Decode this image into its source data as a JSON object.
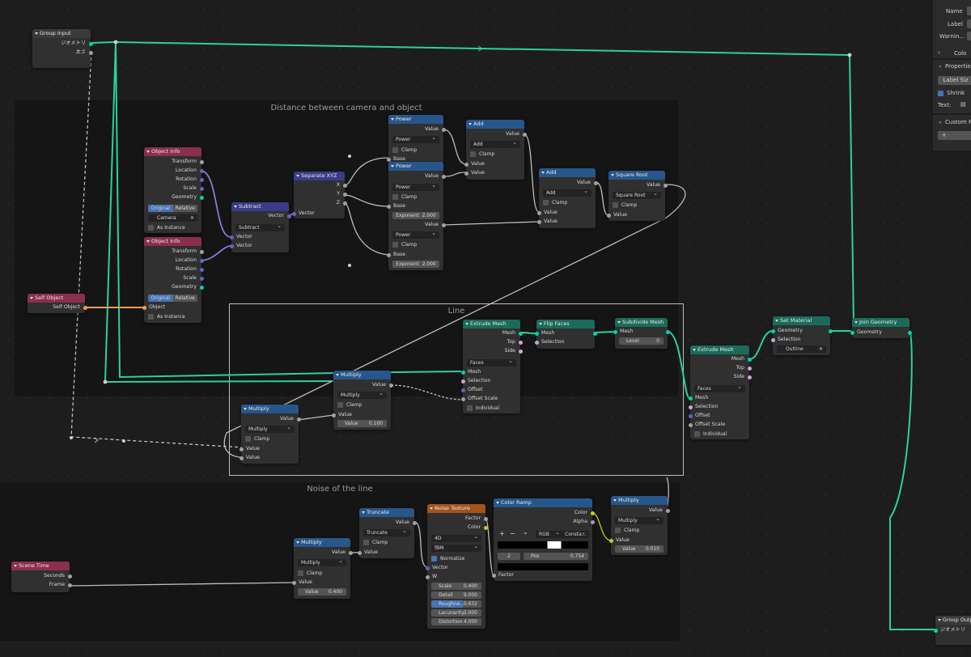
{
  "frames": {
    "distance": "Distance between camera and object",
    "line": "Line",
    "noise": "Noise of the line"
  },
  "group_input": {
    "title": "Group Input",
    "out1": "ジオメトリ",
    "out2": "太さ"
  },
  "self_object": {
    "title": "Self Object",
    "out": "Self Object"
  },
  "obj_info_1": {
    "title": "Object Info",
    "outputs": [
      "Transform",
      "Location",
      "Rotation",
      "Scale",
      "Geometry"
    ],
    "seg": [
      "Original",
      "Relative"
    ],
    "object": "Camera",
    "as_instance": "As Instance"
  },
  "obj_info_2": {
    "title": "Object Info",
    "outputs": [
      "Transform",
      "Location",
      "Rotation",
      "Scale",
      "Geometry"
    ],
    "seg": [
      "Original",
      "Relative"
    ],
    "input": "Object",
    "as_instance": "As Instance"
  },
  "subtract": {
    "title": "Subtract",
    "out": "Vector",
    "op": "Subtract",
    "in1": "Vector",
    "in2": "Vector"
  },
  "separate": {
    "title": "Separate XYZ",
    "x": "X",
    "y": "Y",
    "z": "Z",
    "in": "Vector"
  },
  "power1": {
    "title": "Power",
    "out": "Value",
    "op": "Power",
    "clamp": "Clamp",
    "base": "Base"
  },
  "power2": {
    "title": "Power",
    "out": "Value",
    "op": "Power",
    "clamp": "Clamp",
    "base": "Base",
    "exp_label": "Exponent",
    "exp_value": "2.000"
  },
  "power3": {
    "out": "Value",
    "op": "Power",
    "clamp": "Clamp",
    "base": "Base",
    "exp_label": "Exponent",
    "exp_value": "2.000"
  },
  "add1": {
    "title": "Add",
    "out": "Value",
    "op": "Add",
    "clamp": "Clamp",
    "in1": "Value",
    "in2": "Value"
  },
  "add2": {
    "title": "Add",
    "out": "Value",
    "op": "Add",
    "clamp": "Clamp",
    "in1": "Value",
    "in2": "Value"
  },
  "sqrt": {
    "title": "Square Root",
    "out": "Value",
    "op": "Square Root",
    "clamp": "Clamp",
    "in": "Value"
  },
  "extrude1": {
    "title": "Extrude Mesh",
    "outs": [
      "Mesh",
      "Top",
      "Side"
    ],
    "mode": "Faces",
    "ins": [
      "Mesh",
      "Selection",
      "Offset",
      "Offset Scale"
    ],
    "individual": "Individual"
  },
  "flip": {
    "title": "Flip Faces",
    "in1": "Mesh",
    "in2": "Selection",
    "out": "Mesh"
  },
  "subdiv": {
    "title": "Subdivide Mesh",
    "out": "Mesh",
    "level_label": "Level",
    "level_value": "0"
  },
  "extrude2": {
    "title": "Extrude Mesh",
    "outs": [
      "Mesh",
      "Top",
      "Side"
    ],
    "mode": "Faces",
    "ins": [
      "Mesh",
      "Selection",
      "Offset",
      "Offset Scale"
    ],
    "individual": "Individual"
  },
  "set_material": {
    "title": "Set Material",
    "out": "Geometry",
    "in1": "Geometry",
    "in2": "Selection",
    "material": "Outline"
  },
  "join": {
    "title": "Join Geometry",
    "out": "Geometry",
    "in": "Geometry"
  },
  "group_output": {
    "title": "Group Output",
    "in": "ジオメトリ"
  },
  "mult_line1": {
    "title": "Multiply",
    "out": "Value",
    "op": "Multiply",
    "clamp": "Clamp",
    "in": "Value",
    "val_label": "Value",
    "val_value": "0.100"
  },
  "mult_line2": {
    "title": "Multiply",
    "out": "Value",
    "op": "Multiply",
    "clamp": "Clamp",
    "in1": "Value",
    "in2": "Value"
  },
  "scene_time": {
    "title": "Scene Time",
    "out1": "Seconds",
    "out2": "Frame"
  },
  "mult_noise": {
    "title": "Multiply",
    "out": "Value",
    "op": "Multiply",
    "clamp": "Clamp",
    "in": "Value",
    "val_label": "Value",
    "val_value": "0.400"
  },
  "truncate": {
    "title": "Truncate",
    "out": "Value",
    "op": "Truncate",
    "clamp": "Clamp",
    "in": "Value"
  },
  "noise": {
    "title": "Noise Texture",
    "out1": "Factor",
    "out2": "Color",
    "dim": "4D",
    "type": "fBM",
    "normalize": "Normalize",
    "in1": "Vector",
    "in2": "W",
    "params": [
      [
        "Scale",
        "0.400"
      ],
      [
        "Detail",
        "9.000"
      ],
      [
        "Roughne...",
        "0.632"
      ],
      [
        "Lacunarity",
        "2.000"
      ],
      [
        "Distortion",
        "4.000"
      ]
    ]
  },
  "color_ramp": {
    "title": "Color Ramp",
    "out1": "Color",
    "out2": "Alpha",
    "plus": "+",
    "minus": "−",
    "chev": "⌄",
    "mode": "RGB",
    "interp": "Consta...",
    "idx": "2",
    "pos_label": "Pos",
    "pos_value": "0.754",
    "in": "Factor"
  },
  "mult_final": {
    "title": "Multiply",
    "out": "Value",
    "op": "Multiply",
    "clamp": "Clamp",
    "in": "Value",
    "val_label": "Value",
    "val_value": "0.010"
  },
  "sidebar": {
    "name": "Name",
    "label": "Label",
    "warning": "Warnin...",
    "color": "Colo",
    "properties": "Propertie",
    "label_size": "Label Siz",
    "shrink": "Shrink",
    "text": "Text:",
    "custom": "Custom P",
    "add": "+"
  }
}
